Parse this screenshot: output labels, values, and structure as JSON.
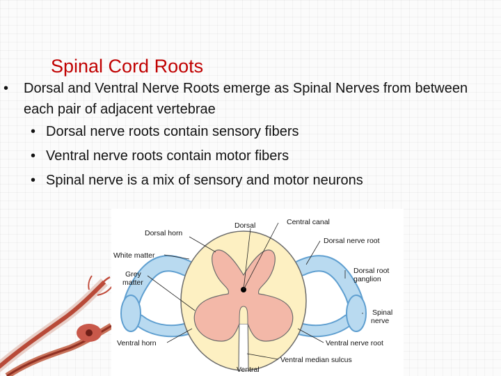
{
  "title": "Spinal Cord Roots",
  "bullets": {
    "main": "Dorsal and Ventral Nerve Roots emerge as Spinal Nerves from between each pair of adjacent vertebrae",
    "sub": [
      "Dorsal nerve roots contain sensory fibers",
      "Ventral nerve roots contain motor fibers",
      "Spinal nerve is a mix of sensory and motor neurons"
    ]
  },
  "diagram": {
    "labels": {
      "dorsal": "Dorsal",
      "central_canal": "Central canal",
      "dorsal_horn": "Dorsal horn",
      "dorsal_nerve_root": "Dorsal nerve root",
      "white_matter": "White matter",
      "grey_1": "Grey",
      "grey_2": "matter",
      "drg_1": "Dorsal root",
      "drg_2": "ganglion",
      "spinal_1": "Spinal",
      "spinal_2": "nerve",
      "ventral_horn": "Ventral horn",
      "ventral_nerve_root": "Ventral nerve root",
      "ventral_median_sulcus": "Ventral median sulcus",
      "ventral": "Ventral"
    },
    "colors": {
      "white_matter": "#fdf0c2",
      "grey_matter": "#f3b8a8",
      "nerve": "#b9daf0",
      "nerve_edge": "#5f9fd0",
      "title": "#c00000"
    }
  }
}
